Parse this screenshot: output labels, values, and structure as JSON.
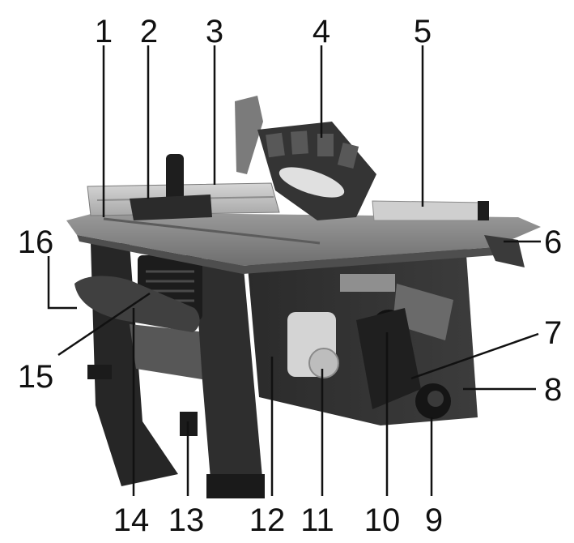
{
  "diagram": {
    "subject": "table-saw",
    "callouts": [
      {
        "id": "c1",
        "label": "1"
      },
      {
        "id": "c2",
        "label": "2"
      },
      {
        "id": "c3",
        "label": "3"
      },
      {
        "id": "c4",
        "label": "4"
      },
      {
        "id": "c5",
        "label": "5"
      },
      {
        "id": "c6",
        "label": "6"
      },
      {
        "id": "c7",
        "label": "7"
      },
      {
        "id": "c8",
        "label": "8"
      },
      {
        "id": "c9",
        "label": "9"
      },
      {
        "id": "c10",
        "label": "10"
      },
      {
        "id": "c11",
        "label": "11"
      },
      {
        "id": "c12",
        "label": "12"
      },
      {
        "id": "c13",
        "label": "13"
      },
      {
        "id": "c14",
        "label": "14"
      },
      {
        "id": "c15",
        "label": "15"
      },
      {
        "id": "c16",
        "label": "16"
      }
    ]
  }
}
